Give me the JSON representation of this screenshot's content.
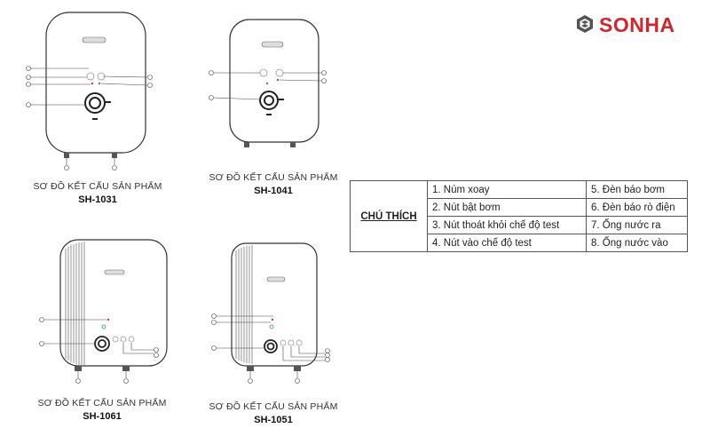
{
  "brand": {
    "name": "SONHA",
    "color": "#d0262e"
  },
  "diagrams": [
    {
      "caption": "SƠ ĐỒ KẾT CẤU SẢN PHẨM",
      "model": "SH-1031"
    },
    {
      "caption": "SƠ ĐỒ KẾT CẤU SẢN PHẨM",
      "model": "SH-1041"
    },
    {
      "caption": "SƠ ĐỒ KẾT CẤU SẢN PHẨM",
      "model": "SH-1061"
    },
    {
      "caption": "SƠ ĐỒ KẾT CẤU SẢN PHẨM",
      "model": "SH-1051"
    }
  ],
  "legend": {
    "heading": "CHÚ THÍCH",
    "rows": [
      [
        "1. Núm xoay",
        "5. Đèn báo bơm"
      ],
      [
        "2. Nút bật bơm",
        "6. Đèn báo rò điện"
      ],
      [
        "3. Nút thoát khỏi chế độ test",
        "7. Ống nước ra"
      ],
      [
        "4. Nút vào chế độ test",
        "8. Ống nước vào"
      ]
    ]
  }
}
